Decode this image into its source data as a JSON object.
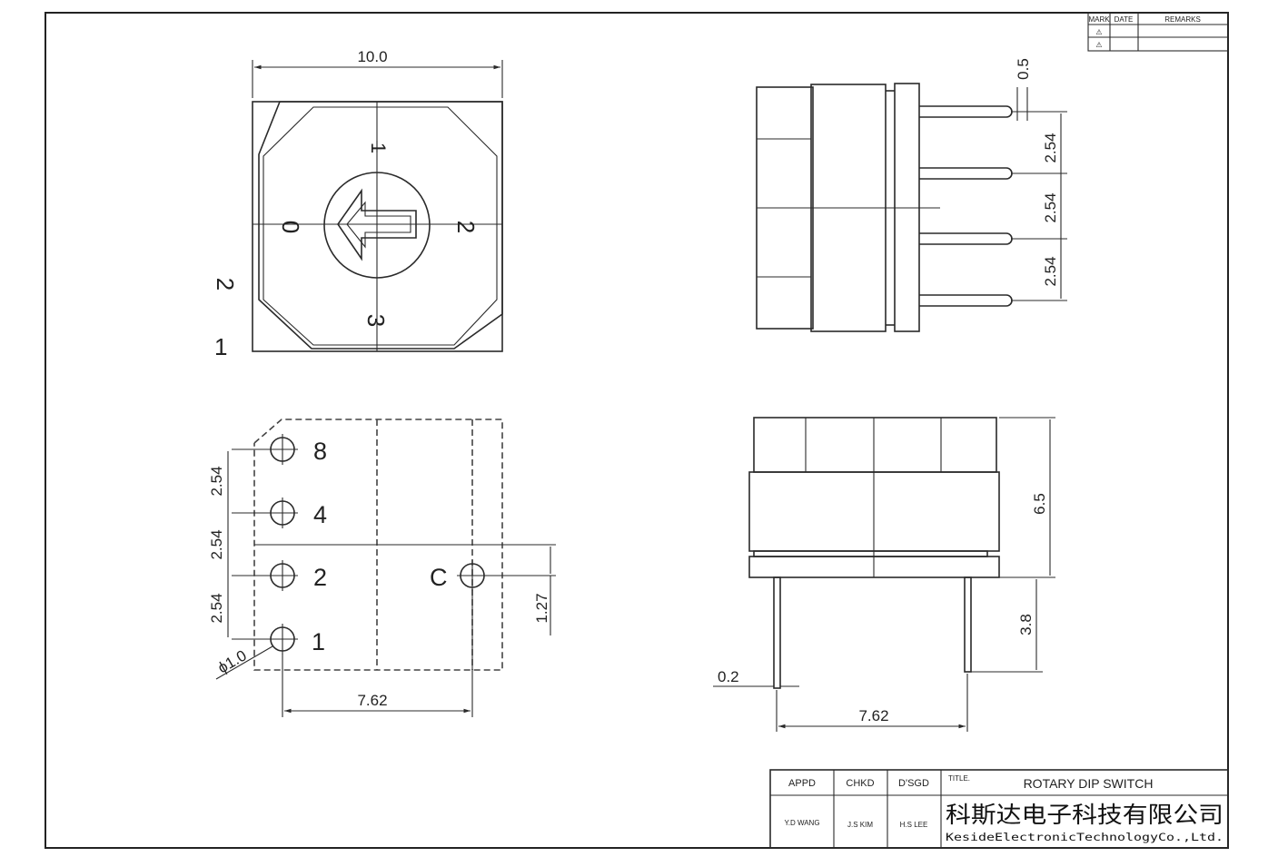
{
  "drawing": {
    "top_view": {
      "width_dim": "10.0",
      "position_labels": [
        "0",
        "1",
        "2",
        "3"
      ],
      "side_labels": [
        "2",
        "1"
      ]
    },
    "side_view": {
      "pin_thickness": "0.5",
      "pitch_labels": [
        "2.54",
        "2.54",
        "2.54"
      ]
    },
    "bottom_view": {
      "pin_labels": [
        "8",
        "4",
        "2",
        "1"
      ],
      "common_label": "C",
      "pitch_labels": [
        "2.54",
        "2.54",
        "2.54"
      ],
      "hole_diameter": "ϕ1.0",
      "offset_dim": "1.27",
      "span_dim": "7.62"
    },
    "front_view": {
      "body_height": "6.5",
      "pin_length": "3.8",
      "pin_width": "0.2",
      "span_dim": "7.62"
    }
  },
  "revision_block": {
    "headers": [
      "MARK",
      "DATE",
      "REMARKS"
    ],
    "rows": [
      [
        "⚠",
        "",
        ""
      ],
      [
        "⚠",
        "",
        ""
      ]
    ]
  },
  "title_block": {
    "approved_label": "APPD",
    "checked_label": "CHKD",
    "designed_label": "D'SGD",
    "title_label": "TITLE.",
    "title": "ROTARY DIP SWITCH",
    "approved_by": "Y.D WANG",
    "checked_by": "J.S KIM",
    "designed_by": "H.S LEE",
    "company_cn": "科斯达电子科技有限公司",
    "company_en": "KesideElectronicTechnologyCo.,Ltd."
  }
}
